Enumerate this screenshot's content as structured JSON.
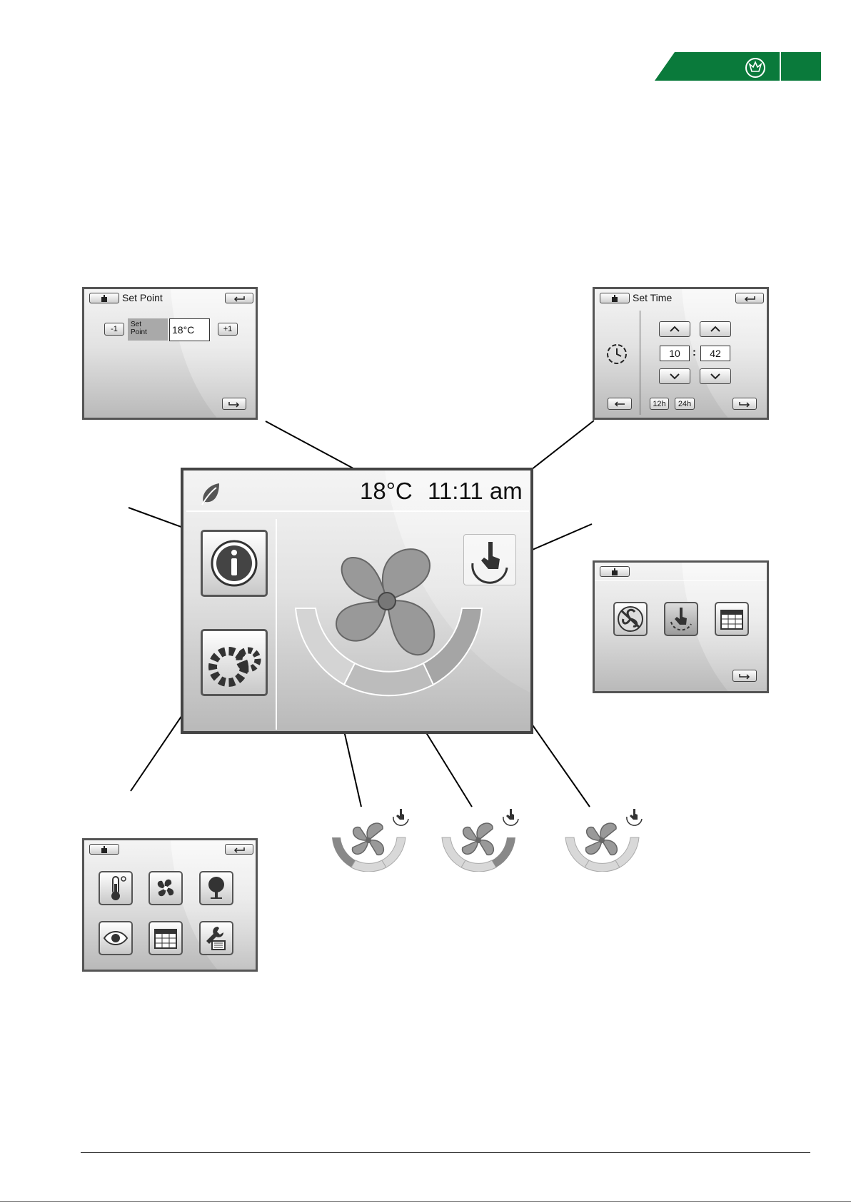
{
  "header": {
    "brand_color": "#0a7a3b",
    "brand_icon": "crown-shield-icon"
  },
  "set_point_screen": {
    "title": "Set Point",
    "minus_label": "-1",
    "field_label_line1": "Set",
    "field_label_line2": "Point",
    "value": "18°C",
    "plus_label": "+1"
  },
  "set_time_screen": {
    "title": "Set Time",
    "hours": "10",
    "separator": ":",
    "minutes": "42",
    "format_12h": "12h",
    "format_24h": "24h"
  },
  "main_screen": {
    "temperature": "18°C",
    "time": "11:11 am"
  },
  "mode_screen": {
    "icons": [
      "fan-off-icon",
      "hand-pointer-icon",
      "calendar-icon"
    ]
  },
  "settings_screen": {
    "icons": [
      "thermometer-icon",
      "fan-icon",
      "tree-icon",
      "eye-icon",
      "calendar-icon",
      "wrench-icon"
    ]
  },
  "fan_speed_thumbnails": {
    "levels": [
      1,
      2,
      3
    ]
  }
}
